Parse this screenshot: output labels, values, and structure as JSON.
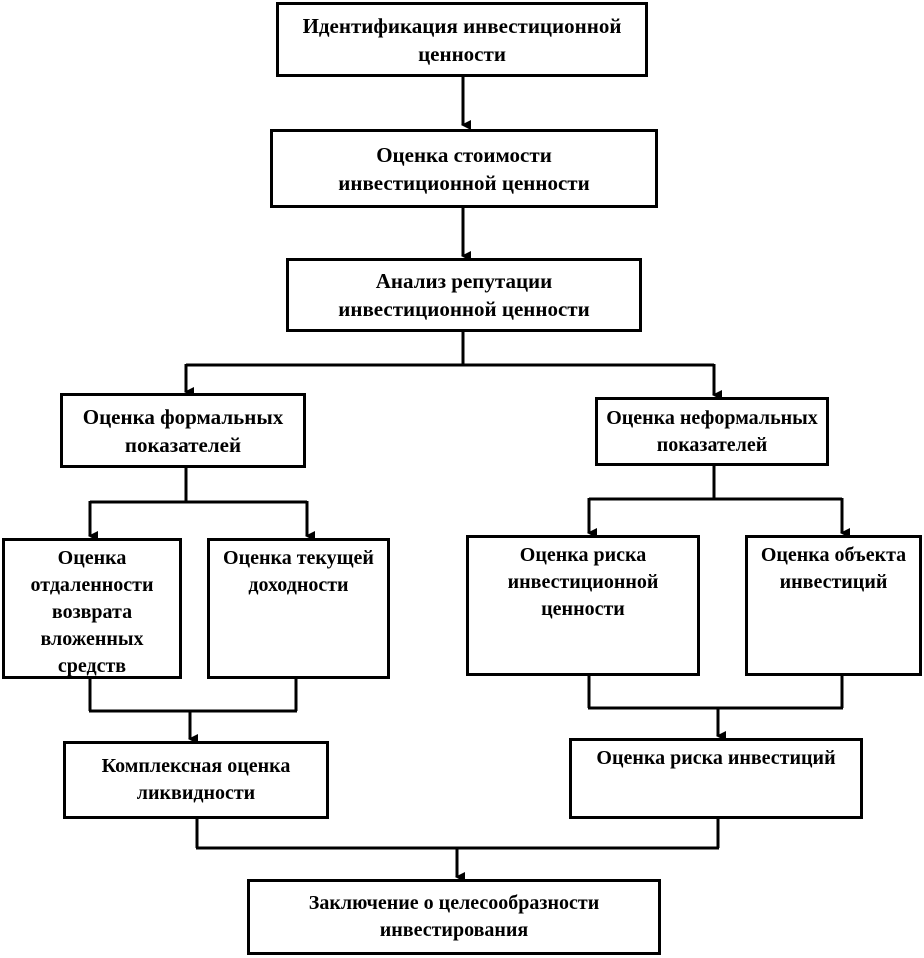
{
  "nodes": {
    "identification": "Идентификация инвестиционной\nценности",
    "value_assessment": "Оценка стоимости\nинвестиционной ценности",
    "reputation_analysis": "Анализ репутации\nинвестиционной ценности",
    "formal_indicators": "Оценка формальных\nпоказателей",
    "informal_indicators": "Оценка неформальных\nпоказателей",
    "return_remoteness": "Оценка\nотдаленности\nвозврата\nвложенных\nсредств",
    "current_yield": "Оценка текущей\nдоходности",
    "value_risk": "Оценка риска\nинвестиционной\nценности",
    "investment_object": "Оценка объекта\nинвестиций",
    "liquidity_assessment": "Комплексная оценка\nликвидности",
    "investment_risk": "Оценка риска инвестиций",
    "conclusion": "Заключение о целесообразности\nинвестирования"
  },
  "colors": {
    "line": "#000000",
    "background": "#ffffff"
  }
}
